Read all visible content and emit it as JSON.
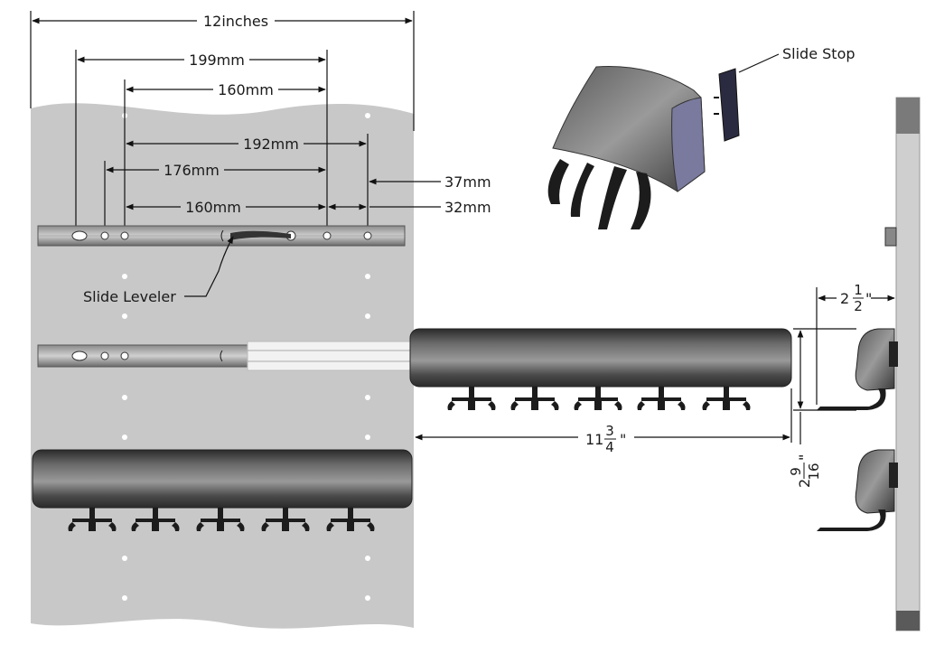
{
  "dimensions": {
    "overall_width": "12inches",
    "d199": "199mm",
    "d160_top": "160mm",
    "d192": "192mm",
    "d176": "176mm",
    "d160_bottom": "160mm",
    "d37": "37mm",
    "d32": "32mm"
  },
  "labels": {
    "slide_leveler": "Slide Leveler",
    "slide_stop": "Slide Stop"
  },
  "side_dims": {
    "depth_whole": "2",
    "depth_num": "1",
    "depth_den": "2",
    "depth_unit": "\"",
    "length_whole": "11",
    "length_num": "3",
    "length_den": "4",
    "length_unit": "\"",
    "height_whole": "2",
    "height_num": "9",
    "height_den": "16",
    "height_unit": "\""
  },
  "colors": {
    "panel": "#c9c9c9",
    "metal": "#6b6b6b",
    "hook": "#1c1c1c",
    "slide_stop": "#7a7a9e"
  }
}
